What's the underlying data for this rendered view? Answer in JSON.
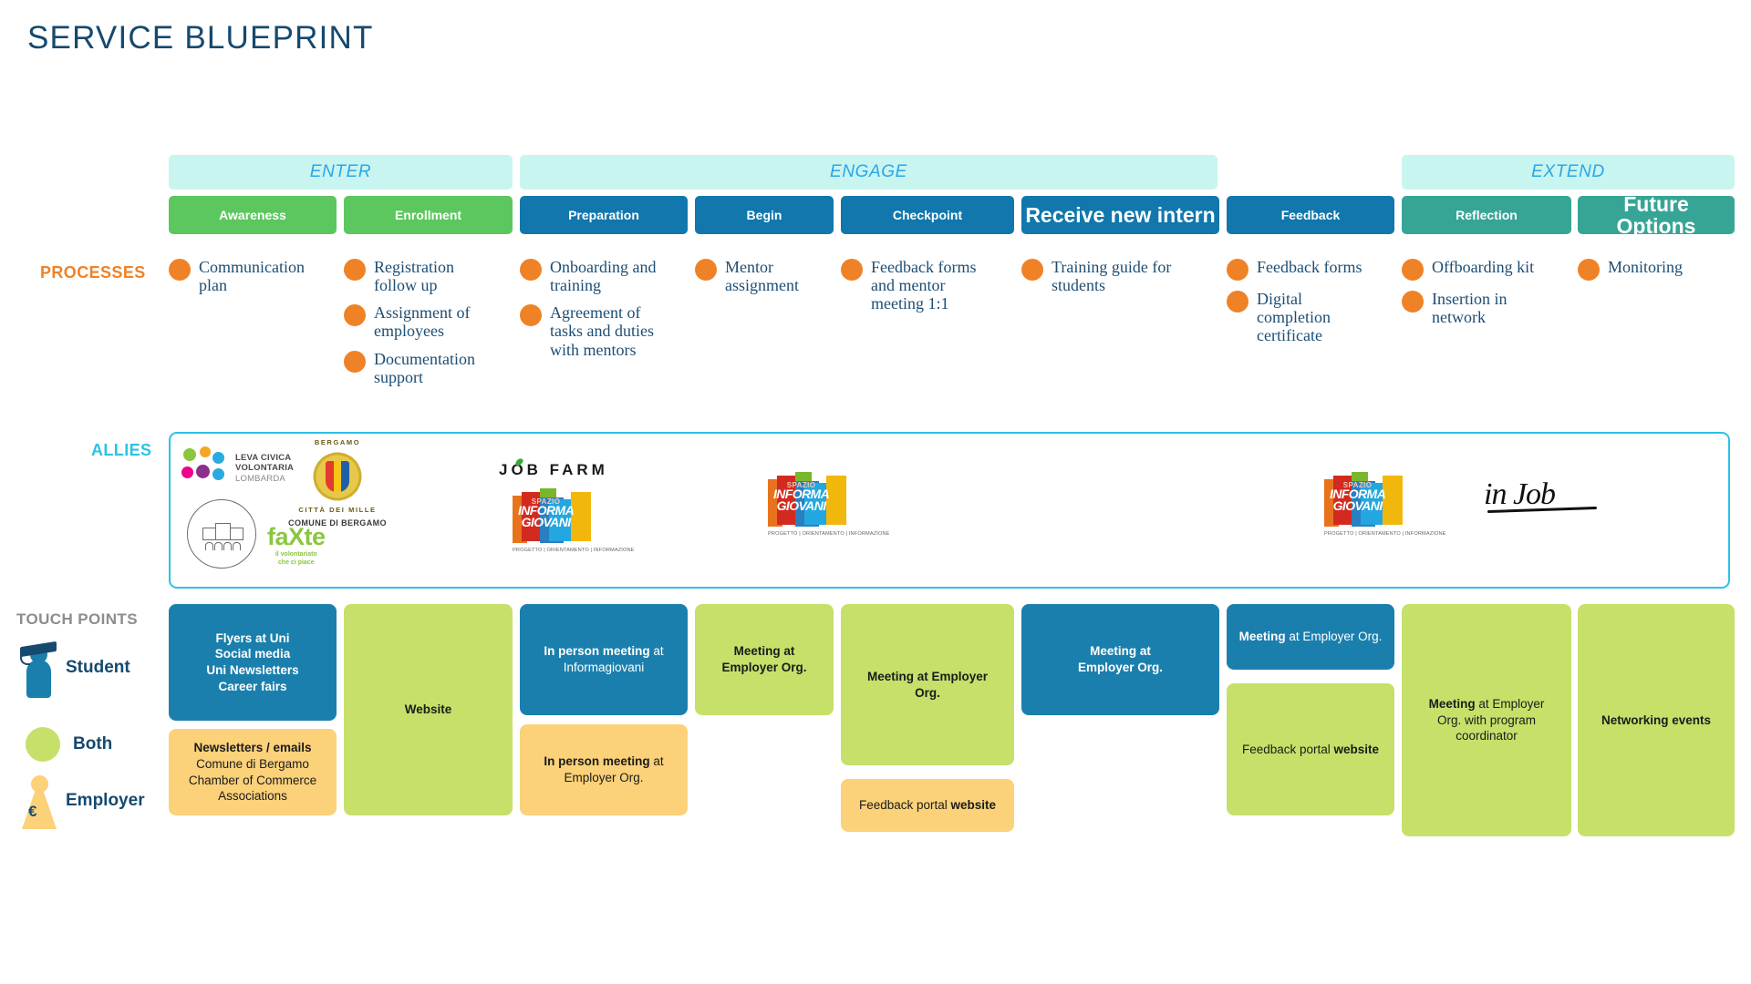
{
  "page": {
    "title": "SERVICE BLUEPRINT"
  },
  "row_labels": {
    "processes": "PROCESSES",
    "allies": "ALLIES",
    "touch_points": "TOUCH POINTS"
  },
  "colors": {
    "title_navy": "#16496f",
    "phase_band": "#c8f5f0",
    "phase_text": "#2ba6e8",
    "green_header": "#5cc75e",
    "blue_header": "#1177ad",
    "teal_header": "#37a596",
    "process_dot": "#ef8226",
    "process_text": "#1d4e74",
    "allies_border": "#2cc2e8",
    "student_blue": "#1b7fad",
    "both_green": "#c6e06a",
    "employer_yellow": "#fbd179"
  },
  "phases": [
    {
      "label": "ENTER"
    },
    {
      "label": "ENGAGE"
    },
    {
      "label": "EXTEND"
    }
  ],
  "process_headers": [
    {
      "label": "Awareness",
      "color": "green",
      "size": "sm"
    },
    {
      "label": "Enrollment",
      "color": "green",
      "size": "sm"
    },
    {
      "label": "Preparation",
      "color": "blue",
      "size": "sm"
    },
    {
      "label": "Begin",
      "color": "blue",
      "size": "sm"
    },
    {
      "label": "Checkpoint",
      "color": "blue",
      "size": "sm"
    },
    {
      "label": "Receive new intern",
      "color": "blue",
      "size": "lg"
    },
    {
      "label": "Feedback",
      "color": "blue",
      "size": "sm"
    },
    {
      "label": "Reflection",
      "color": "teal",
      "size": "sm"
    },
    {
      "label": "Future Options",
      "color": "teal",
      "size": "lg"
    }
  ],
  "processes": [
    {
      "column": "Awareness",
      "items": [
        "Communication plan"
      ]
    },
    {
      "column": "Enrollment",
      "items": [
        "Registration follow up",
        "Assignment of employees",
        "Documentation support"
      ]
    },
    {
      "column": "Preparation",
      "items": [
        "Onboarding and training",
        "Agreement of tasks and duties with mentors"
      ]
    },
    {
      "column": "Begin",
      "items": [
        "Mentor assignment"
      ]
    },
    {
      "column": "Checkpoint",
      "items": [
        "Feedback forms and mentor meeting 1:1"
      ]
    },
    {
      "column": "Receive new intern",
      "items": [
        "Training guide for students"
      ]
    },
    {
      "column": "Feedback",
      "items": [
        "Feedback forms",
        "Digital completion certificate"
      ]
    },
    {
      "column": "Reflection",
      "items": [
        "Offboarding kit",
        "Insertion in network"
      ]
    },
    {
      "column": "Future Options",
      "items": [
        "Monitoring"
      ]
    }
  ],
  "allies": {
    "leva_civica": {
      "line1": "LEVA CIVICA",
      "line2": "VOLONTARIA",
      "line3": "LOMBARDA"
    },
    "bergamo": {
      "top": "BERGAMO",
      "bottom": "CITTÀ DEI MILLE",
      "caption": "COMUNE DI BERGAMO"
    },
    "university_seal": "university-seal",
    "faxte": {
      "name": "faXte",
      "tagline1": "il volontariato",
      "tagline2": "che ci piace"
    },
    "job_farm": "JOB FARM",
    "informagiovani": {
      "spazio": "SPAZIO",
      "line1": "INFORMA",
      "line2": "GIOVANI",
      "tagline": "PROGETTO | ORIENTAMENTO | INFORMAZIONE"
    },
    "in_job": "in Job"
  },
  "legend": [
    {
      "label": "Student",
      "icon": "student-graduate-icon"
    },
    {
      "label": "Both",
      "icon": "green-circle-icon"
    },
    {
      "label": "Employer",
      "icon": "employer-euro-icon"
    }
  ],
  "touch_points": [
    {
      "column": "Awareness",
      "cards": [
        {
          "type": "blue",
          "lines": [
            "Flyers at Uni",
            "Social media",
            "Uni Newsletters",
            "Career fairs"
          ]
        },
        {
          "type": "yellow",
          "lines": [
            "Newsletters / emails",
            "Comune di Bergamo",
            "Chamber of Commerce",
            "Associations"
          ],
          "bold_first_line": true
        }
      ]
    },
    {
      "column": "Enrollment",
      "cards": [
        {
          "type": "green",
          "lines": [
            "Website"
          ]
        }
      ]
    },
    {
      "column": "Preparation",
      "cards": [
        {
          "type": "blue",
          "lines": [
            "In person meeting at",
            "Informagiovani"
          ],
          "bold_prefix": "In person meeting"
        },
        {
          "type": "yellow",
          "lines": [
            "In person meeting at",
            "Employer Org."
          ],
          "bold_prefix": "In person meeting"
        }
      ]
    },
    {
      "column": "Begin",
      "cards": [
        {
          "type": "green",
          "lines": [
            "Meeting at",
            "Employer Org."
          ]
        }
      ]
    },
    {
      "column": "Checkpoint",
      "cards": [
        {
          "type": "green",
          "lines": [
            "Meeting at Employer",
            "Org."
          ]
        },
        {
          "type": "yellow",
          "lines": [
            "Feedback portal website"
          ],
          "bold_suffix": "website"
        }
      ]
    },
    {
      "column": "Receive new intern",
      "cards": [
        {
          "type": "blue",
          "lines": [
            "Meeting at",
            "Employer Org."
          ]
        }
      ]
    },
    {
      "column": "Feedback",
      "cards": [
        {
          "type": "blue",
          "lines": [
            "Meeting at Employer Org."
          ],
          "bold_prefix": "Meeting"
        },
        {
          "type": "green",
          "lines": [
            "Feedback portal website"
          ],
          "bold_suffix": "website"
        }
      ]
    },
    {
      "column": "Reflection",
      "cards": [
        {
          "type": "green",
          "lines": [
            "Meeting at Employer",
            "Org. with program",
            "coordinator"
          ],
          "bold_prefix": "Meeting"
        }
      ]
    },
    {
      "column": "Future Options",
      "cards": [
        {
          "type": "green",
          "lines": [
            "Networking events"
          ]
        }
      ]
    }
  ]
}
